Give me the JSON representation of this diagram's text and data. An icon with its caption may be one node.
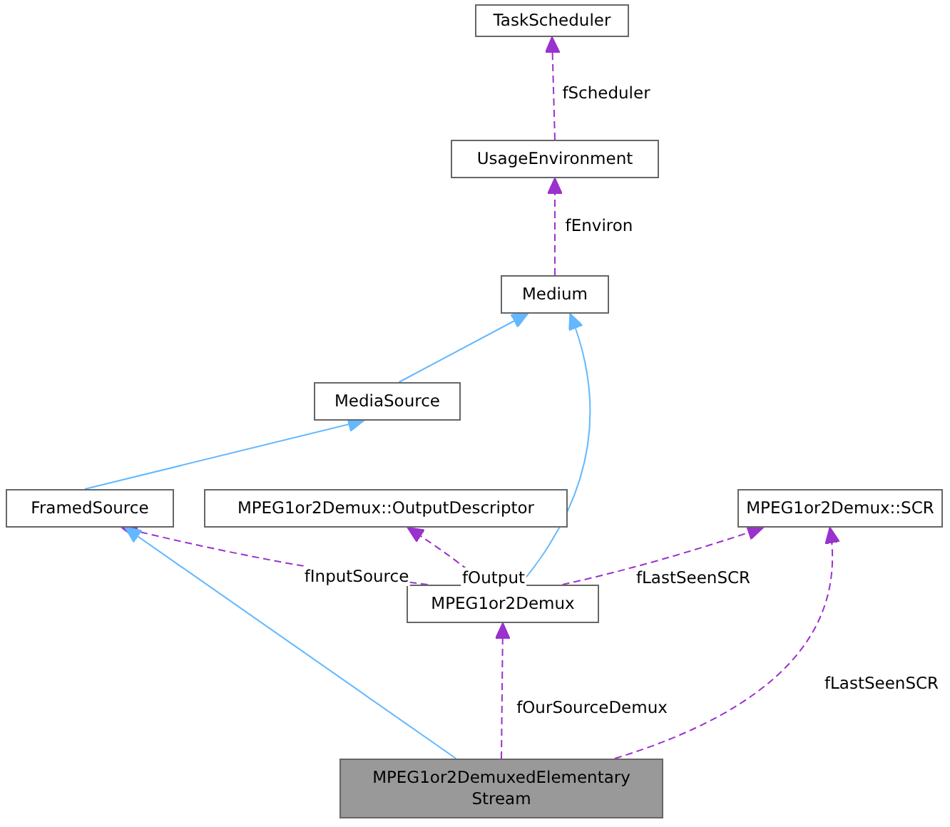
{
  "diagram": {
    "nodes": [
      {
        "text": [
          "TaskScheduler"
        ]
      },
      {
        "text": [
          "UsageEnvironment"
        ]
      },
      {
        "text": [
          "Medium"
        ]
      },
      {
        "text": [
          "MediaSource"
        ]
      },
      {
        "text": [
          "FramedSource"
        ]
      },
      {
        "text": [
          "MPEG1or2Demux::OutputDescriptor"
        ]
      },
      {
        "text": [
          "MPEG1or2Demux::SCR"
        ]
      },
      {
        "text": [
          "MPEG1or2Demux"
        ]
      },
      {
        "text": [
          "MPEG1or2DemuxedElementary Stream"
        ]
      }
    ],
    "edges": [
      {
        "from": 1,
        "to": 0,
        "arrow": "to",
        "label": "fScheduler",
        "style": "dashed"
      },
      {
        "from": 2,
        "to": 1,
        "arrow": "to",
        "label": "fEnviron",
        "style": "dashed"
      },
      {
        "from": 3,
        "to": 2,
        "arrow": "to",
        "color": "#63b8ff"
      },
      {
        "from": 4,
        "to": 3,
        "arrow": "to",
        "color": "#63b8ff"
      },
      {
        "from": 7,
        "to": 2,
        "arrow": "to",
        "color": "#63b8ff"
      },
      {
        "from": 7,
        "to": 4,
        "arrow": "to",
        "label": "fInputSource",
        "style": "dashed"
      },
      {
        "from": 7,
        "to": 5,
        "arrow": "to",
        "label": "fOutput",
        "style": "dashed"
      },
      {
        "from": 7,
        "to": 6,
        "arrow": "to",
        "label": "fLastSeenSCR",
        "style": "dashed"
      },
      {
        "from": 8,
        "to": 4,
        "arrow": "to",
        "color": "#63b8ff"
      },
      {
        "from": 8,
        "to": 7,
        "arrow": "to",
        "label": "fOurSourceDemux",
        "style": "dashed"
      },
      {
        "from": 8,
        "to": 6,
        "arrow": "to",
        "label": "fLastSeenSCR",
        "style": "dashed"
      }
    ]
  }
}
